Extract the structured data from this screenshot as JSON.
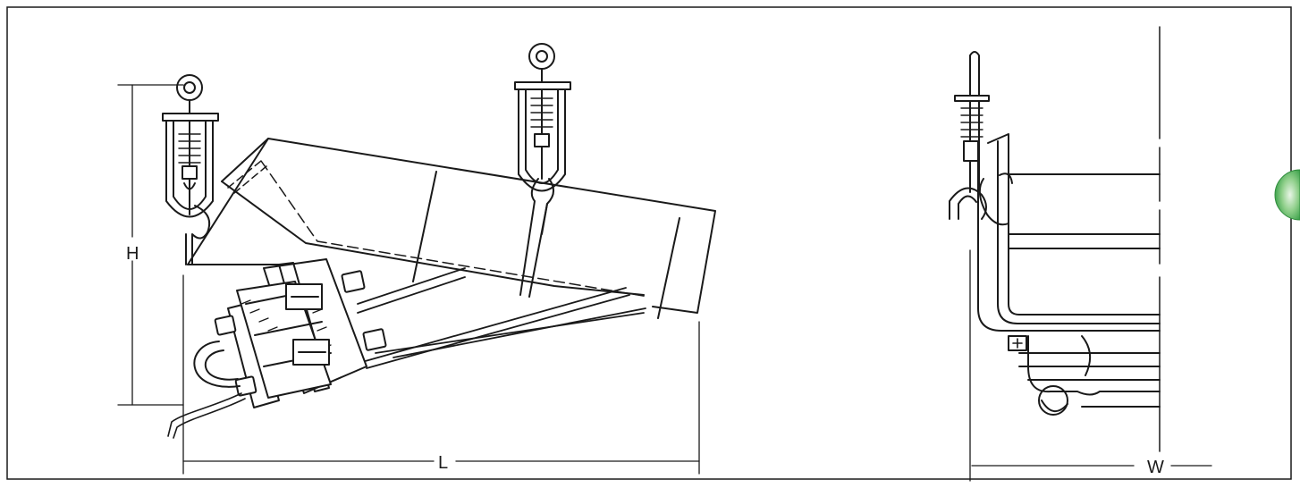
{
  "dimensions": {
    "height_label": "H",
    "length_label": "L",
    "width_label": "W"
  },
  "colors": {
    "line": "#1a1a1a",
    "background": "#ffffff",
    "tab": "#3fa34d"
  }
}
